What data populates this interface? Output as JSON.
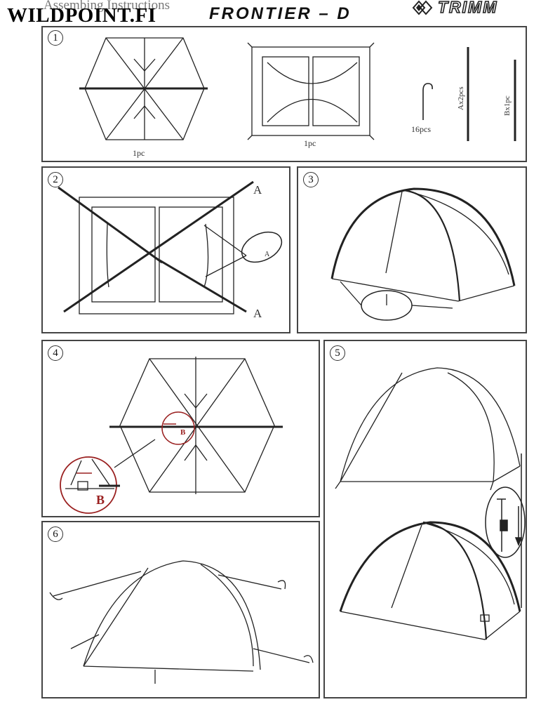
{
  "header": {
    "brand": "WILDPOINT.FI",
    "subtitle": "Assembing Instructions",
    "model": "FRONTIER – D",
    "logo_text": "TRIMM"
  },
  "steps": [
    {
      "number": "1",
      "labels": {
        "flysheet_qty": "1pc",
        "inner_qty": "1pc",
        "pegs_qty": "16pcs",
        "pole_a": "Ax2pcs",
        "pole_b": "Bx1pc"
      }
    },
    {
      "number": "2",
      "labels": {
        "mark_a_top": "A",
        "mark_a_bottom": "A",
        "mark_a_zoom": "A"
      }
    },
    {
      "number": "3"
    },
    {
      "number": "4",
      "labels": {
        "mark_b": "B",
        "mark_b_small": "B"
      }
    },
    {
      "number": "5"
    },
    {
      "number": "6"
    }
  ],
  "colors": {
    "line": "#222222",
    "border": "#444444",
    "accent_red": "#9a2020"
  }
}
